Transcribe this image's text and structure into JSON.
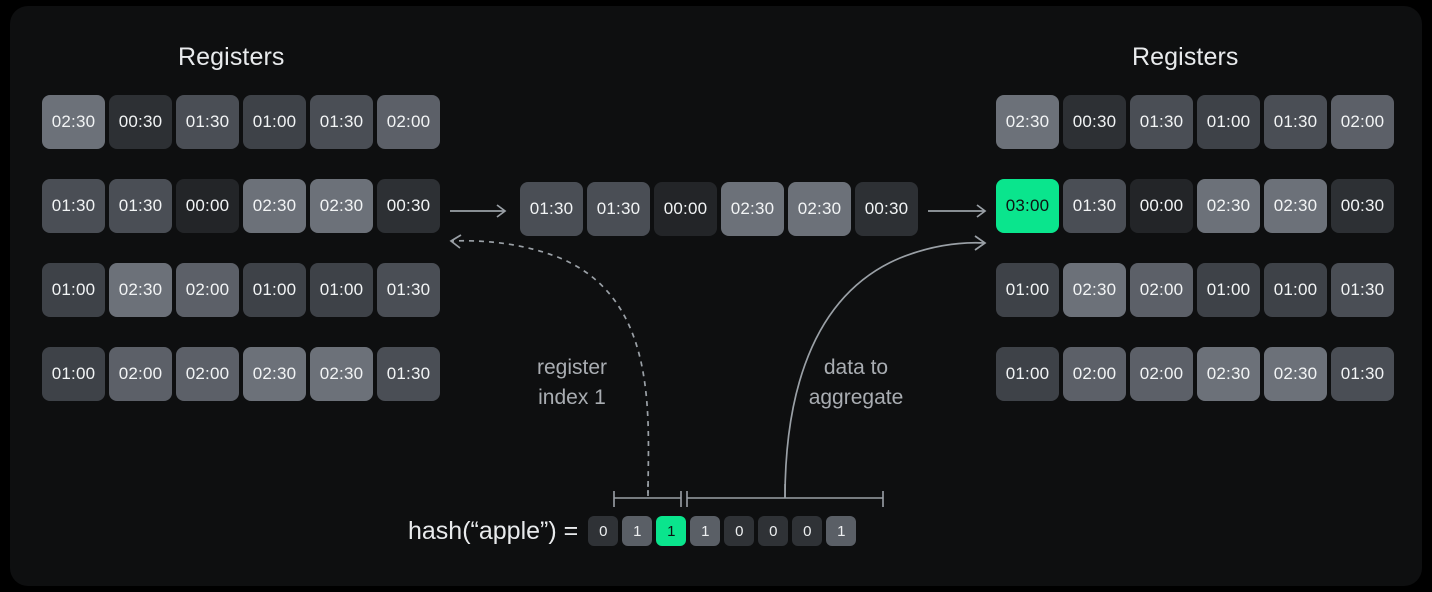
{
  "panel": {
    "background": "#0e0f10"
  },
  "colors": {
    "accent": "#0ae58d",
    "text": "#e8eaec",
    "muted": "#a9adb2",
    "line": "#9aa0a6"
  },
  "left_panel": {
    "title": "Registers",
    "rows": [
      [
        "02:30",
        "00:30",
        "01:30",
        "01:00",
        "01:30",
        "02:00"
      ],
      [
        "01:30",
        "01:30",
        "00:00",
        "02:30",
        "02:30",
        "00:30"
      ],
      [
        "01:00",
        "02:30",
        "02:00",
        "01:00",
        "01:00",
        "01:30"
      ],
      [
        "01:00",
        "02:00",
        "02:00",
        "02:30",
        "02:30",
        "01:30"
      ]
    ]
  },
  "middle_row": {
    "values": [
      "01:30",
      "01:30",
      "00:00",
      "02:30",
      "02:30",
      "00:30"
    ]
  },
  "right_panel": {
    "title": "Registers",
    "rows": [
      [
        "02:30",
        "00:30",
        "01:30",
        "01:00",
        "01:30",
        "02:00"
      ],
      [
        "03:00",
        "01:30",
        "00:00",
        "02:30",
        "02:30",
        "00:30"
      ],
      [
        "01:00",
        "02:30",
        "02:00",
        "01:00",
        "01:00",
        "01:30"
      ],
      [
        "01:00",
        "02:00",
        "02:00",
        "02:30",
        "02:30",
        "01:30"
      ]
    ],
    "highlight": {
      "row": 1,
      "col": 0,
      "value": "03:00"
    }
  },
  "hash": {
    "label": "hash(“apple”) =",
    "bits": [
      "0",
      "1",
      "1",
      "1",
      "0",
      "0",
      "0",
      "1"
    ],
    "highlight_index": 2
  },
  "annotations": {
    "register_index": "register\nindex 1",
    "register_index_line1": "register",
    "register_index_line2": "index 1",
    "data_to_aggregate_line1": "data to",
    "data_to_aggregate_line2": "aggregate"
  },
  "arrows": {
    "left_to_mid": "arrow-right",
    "mid_to_right": "arrow-right",
    "index_curve": "dotted-curve-arrow",
    "aggregate_curve": "solid-curve-arrow"
  }
}
